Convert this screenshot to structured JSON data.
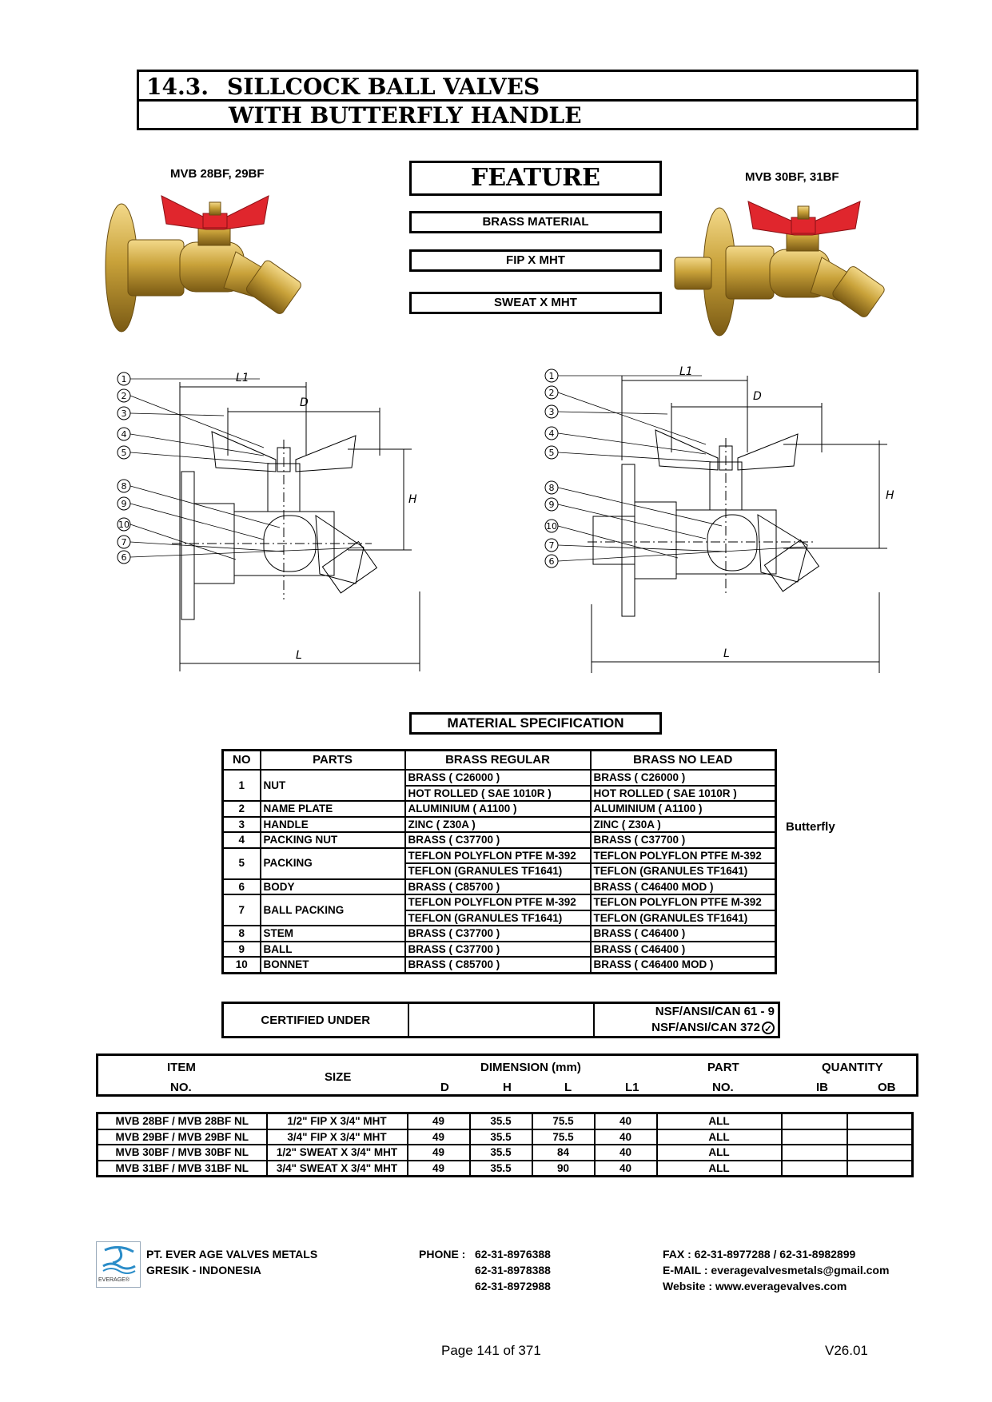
{
  "title": {
    "number": "14.3.",
    "line1": "SILLCOCK BALL VALVES",
    "line2": "WITH BUTTERFLY HANDLE"
  },
  "models": {
    "left": "MVB 28BF, 29BF",
    "right": "MVB 30BF, 31BF"
  },
  "feature": {
    "heading": "FEATURE",
    "items": [
      "BRASS MATERIAL",
      "FIP X MHT",
      "SWEAT X MHT"
    ]
  },
  "drawing": {
    "dim_labels": {
      "L1": "L1",
      "D": "D",
      "H": "H",
      "L": "L"
    },
    "balloons_left": [
      "1",
      "2",
      "3",
      "4",
      "5",
      "8",
      "9",
      "10",
      "7",
      "6"
    ],
    "balloons_right": [
      "1",
      "2",
      "3",
      "4",
      "5",
      "8",
      "9",
      "10",
      "7",
      "6"
    ]
  },
  "material": {
    "heading": "MATERIAL SPECIFICATION",
    "columns": [
      "NO",
      "PARTS",
      "BRASS REGULAR",
      "BRASS NO LEAD"
    ],
    "rows": [
      {
        "no": "1",
        "part": "NUT",
        "regular": [
          "BRASS ( C26000 )",
          "HOT ROLLED ( SAE 1010R )"
        ],
        "nolead": [
          "BRASS ( C26000 )",
          "HOT ROLLED ( SAE 1010R )"
        ]
      },
      {
        "no": "2",
        "part": "NAME PLATE",
        "regular": [
          "ALUMINIUM  ( A1100 )"
        ],
        "nolead": [
          "ALUMINIUM  ( A1100 )"
        ]
      },
      {
        "no": "3",
        "part": "HANDLE",
        "regular": [
          "ZINC ( Z30A )"
        ],
        "nolead": [
          "ZINC ( Z30A )"
        ],
        "note": "Butterfly"
      },
      {
        "no": "4",
        "part": "PACKING NUT",
        "regular": [
          "BRASS ( C37700 )"
        ],
        "nolead": [
          "BRASS ( C37700 )"
        ]
      },
      {
        "no": "5",
        "part": "PACKING",
        "regular": [
          "TEFLON POLYFLON PTFE M-392",
          "TEFLON (GRANULES TF1641)"
        ],
        "nolead": [
          "TEFLON POLYFLON PTFE M-392",
          "TEFLON (GRANULES TF1641)"
        ]
      },
      {
        "no": "6",
        "part": "BODY",
        "regular": [
          "BRASS ( C85700 )"
        ],
        "nolead": [
          "BRASS ( C46400 MOD )"
        ]
      },
      {
        "no": "7",
        "part": "BALL PACKING",
        "regular": [
          "TEFLON POLYFLON PTFE M-392",
          "TEFLON (GRANULES TF1641)"
        ],
        "nolead": [
          "TEFLON POLYFLON PTFE M-392",
          "TEFLON (GRANULES TF1641)"
        ]
      },
      {
        "no": "8",
        "part": "STEM",
        "regular": [
          "BRASS ( C37700 )"
        ],
        "nolead": [
          "BRASS ( C46400 )"
        ]
      },
      {
        "no": "9",
        "part": "BALL",
        "regular": [
          "BRASS ( C37700 )"
        ],
        "nolead": [
          "BRASS ( C46400 )"
        ]
      },
      {
        "no": "10",
        "part": "BONNET",
        "regular": [
          "BRASS ( C85700 )"
        ],
        "nolead": [
          "BRASS ( C46400 MOD )"
        ]
      }
    ]
  },
  "certified": {
    "label": "CERTIFIED UNDER",
    "line1": "NSF/ANSI/CAN 61 - 9",
    "line2": "NSF/ANSI/CAN 372"
  },
  "dimensions": {
    "head": {
      "item": "ITEM",
      "item_no": "NO.",
      "size": "SIZE",
      "dimension": "DIMENSION (mm)",
      "d": "D",
      "h": "H",
      "l": "L",
      "l1": "L1",
      "part": "PART",
      "part_no": "NO.",
      "quantity": "QUANTITY",
      "ib": "IB",
      "ob": "OB"
    },
    "rows": [
      {
        "item": "MVB 28BF / MVB 28BF NL",
        "size": "1/2\" FIP X 3/4\" MHT",
        "d": "49",
        "h": "35.5",
        "l": "75.5",
        "l1": "40",
        "part": "ALL",
        "ib": "",
        "ob": ""
      },
      {
        "item": "MVB 29BF / MVB 29BF NL",
        "size": "3/4\" FIP X 3/4\" MHT",
        "d": "49",
        "h": "35.5",
        "l": "75.5",
        "l1": "40",
        "part": "ALL",
        "ib": "",
        "ob": ""
      },
      {
        "item": "MVB 30BF / MVB 30BF NL",
        "size": "1/2\" SWEAT X 3/4\" MHT",
        "d": "49",
        "h": "35.5",
        "l": "84",
        "l1": "40",
        "part": "ALL",
        "ib": "",
        "ob": ""
      },
      {
        "item": "MVB 31BF / MVB 31BF NL",
        "size": "3/4\" SWEAT X 3/4\" MHT",
        "d": "49",
        "h": "35.5",
        "l": "90",
        "l1": "40",
        "part": "ALL",
        "ib": "",
        "ob": ""
      }
    ]
  },
  "footer": {
    "logo_text": "EVERAGE®",
    "company": "PT. EVER AGE VALVES METALS",
    "location": "GRESIK - INDONESIA",
    "phone_label": "PHONE :",
    "phones": [
      "62-31-8976388",
      "62-31-8978388",
      "62-31-8972988"
    ],
    "fax": "FAX  : 62-31-8977288 / 62-31-8982899",
    "email": "E-MAIL  : everagevalvesmetals@gmail.com",
    "website": "Website  : www.everagevalves.com"
  },
  "page": {
    "number": "Page 141 of 371",
    "version": "V26.01"
  },
  "colors": {
    "brass": "#c9a23a",
    "handle": "#e0262d",
    "logo": "#2a8cc8"
  }
}
